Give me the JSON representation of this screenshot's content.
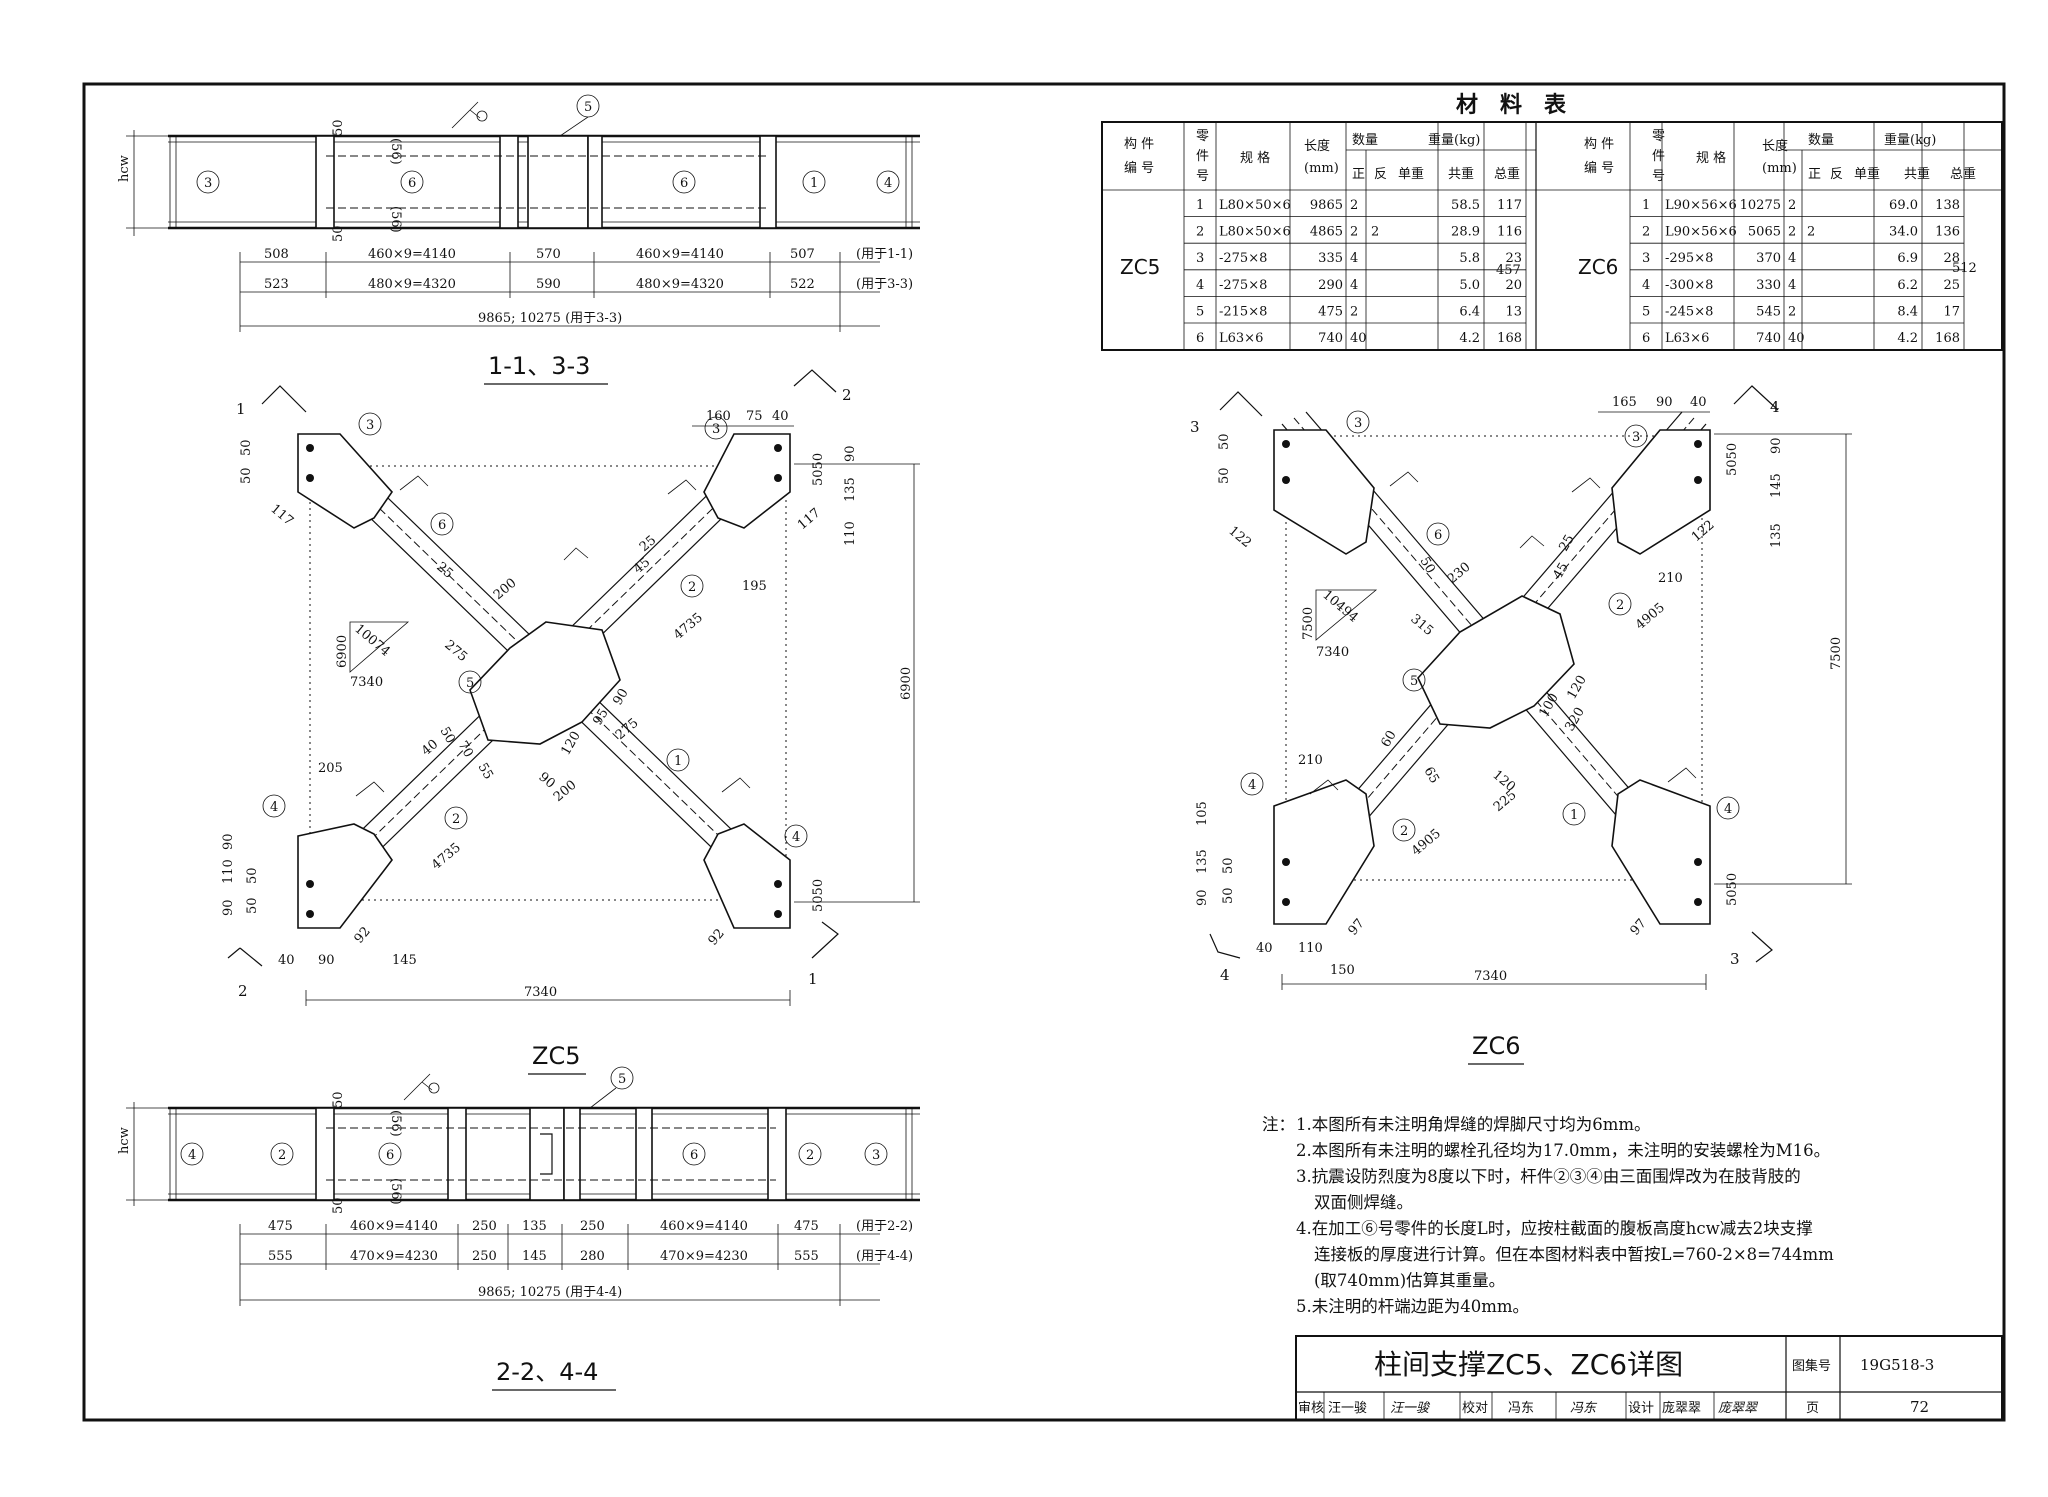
{
  "material_table": {
    "title": "材　料　表",
    "headers": {
      "member_no": "构件编号",
      "part_no": "零件号",
      "spec": "规格",
      "length": "长度(mm)",
      "qty": "数量",
      "qty_front": "正",
      "qty_back": "反",
      "weight": "重量(kg)",
      "unit_weight": "单重",
      "sum_weight": "共重",
      "total_weight": "总重"
    },
    "groups": [
      {
        "member": "ZC5",
        "total": "457",
        "rows": [
          {
            "part": "1",
            "spec": "L80×50×6",
            "length": "9865",
            "front": "2",
            "back": "",
            "unit": "58.5",
            "sum": "117"
          },
          {
            "part": "2",
            "spec": "L80×50×6",
            "length": "4865",
            "front": "2",
            "back": "2",
            "unit": "28.9",
            "sum": "116"
          },
          {
            "part": "3",
            "spec": "-275×8",
            "length": "335",
            "front": "4",
            "back": "",
            "unit": "5.8",
            "sum": "23"
          },
          {
            "part": "4",
            "spec": "-275×8",
            "length": "290",
            "front": "4",
            "back": "",
            "unit": "5.0",
            "sum": "20"
          },
          {
            "part": "5",
            "spec": "-215×8",
            "length": "475",
            "front": "2",
            "back": "",
            "unit": "6.4",
            "sum": "13"
          },
          {
            "part": "6",
            "spec": "L63×6",
            "length": "740",
            "front": "40",
            "back": "",
            "unit": "4.2",
            "sum": "168"
          }
        ]
      },
      {
        "member": "ZC6",
        "total": "512",
        "rows": [
          {
            "part": "1",
            "spec": "L90×56×6",
            "length": "10275",
            "front": "2",
            "back": "",
            "unit": "69.0",
            "sum": "138"
          },
          {
            "part": "2",
            "spec": "L90×56×6",
            "length": "5065",
            "front": "2",
            "back": "2",
            "unit": "34.0",
            "sum": "136"
          },
          {
            "part": "3",
            "spec": "-295×8",
            "length": "370",
            "front": "4",
            "back": "",
            "unit": "6.9",
            "sum": "28"
          },
          {
            "part": "4",
            "spec": "-300×8",
            "length": "330",
            "front": "4",
            "back": "",
            "unit": "6.2",
            "sum": "25"
          },
          {
            "part": "5",
            "spec": "-245×8",
            "length": "545",
            "front": "2",
            "back": "",
            "unit": "8.4",
            "sum": "17"
          },
          {
            "part": "6",
            "spec": "L63×6",
            "length": "740",
            "front": "40",
            "back": "",
            "unit": "4.2",
            "sum": "168"
          }
        ]
      }
    ]
  },
  "section_top": {
    "title": "1-1、3-3",
    "hcw": "hcw",
    "dims_vertical": [
      "50",
      "(56)",
      "50",
      "(56)"
    ],
    "row1": [
      "508",
      "460×9=4140",
      "570",
      "460×9=4140",
      "507"
    ],
    "row1_note": "(用于1-1)",
    "row2": [
      "523",
      "480×9=4320",
      "590",
      "480×9=4320",
      "522"
    ],
    "row2_note": "(用于3-3)",
    "overall": "9865; 10275 (用于3-3)",
    "callouts": [
      "3",
      "6",
      "5",
      "6",
      "1",
      "4"
    ]
  },
  "section_bottom": {
    "title": "2-2、4-4",
    "hcw": "hcw",
    "dims_vertical": [
      "50",
      "(56)",
      "50",
      "(56)"
    ],
    "row1": [
      "475",
      "460×9=4140",
      "250",
      "135",
      "250",
      "460×9=4140",
      "475"
    ],
    "row1_note": "(用于2-2)",
    "row2": [
      "555",
      "470×9=4230",
      "250",
      "145",
      "280",
      "470×9=4230",
      "555"
    ],
    "row2_note": "(用于4-4)",
    "overall": "9865; 10275 (用于4-4)",
    "callouts": [
      "4",
      "2",
      "6",
      "5",
      "6",
      "2",
      "3"
    ]
  },
  "zc5": {
    "title": "ZC5",
    "marks": [
      "1",
      "2",
      "2",
      "1"
    ],
    "width": "7340",
    "height": "6900",
    "slope_h": "6900",
    "slope_l": "10074",
    "slope_w": "7340",
    "dims": {
      "d160": "160",
      "d75": "75",
      "d40": "40",
      "d50a": "50",
      "d50b": "50",
      "d5050": "5050",
      "d90a": "90",
      "d135": "135",
      "d110": "110",
      "d117a": "117",
      "d117b": "117",
      "d195": "195",
      "d25a": "25",
      "d25b": "25",
      "d45": "45",
      "d200a": "200",
      "d200b": "200",
      "d275a": "275",
      "d275b": "275",
      "d4735a": "4735",
      "d4735b": "4735",
      "d95": "95",
      "d90b": "90",
      "d120": "120",
      "d90c": "90",
      "d50c": "50",
      "d40b": "40",
      "d70": "70",
      "d55": "55",
      "d205": "205",
      "d90d": "90",
      "d110b": "110",
      "d50d": "50",
      "d50e": "50",
      "d90e": "90",
      "d40c": "40",
      "d90f": "90",
      "d145": "145",
      "d92a": "92",
      "d92b": "92",
      "d5050b": "5050"
    },
    "callouts": [
      "3",
      "3",
      "6",
      "2",
      "5",
      "1",
      "2",
      "4",
      "4"
    ]
  },
  "zc6": {
    "title": "ZC6",
    "marks": [
      "3",
      "4",
      "4",
      "3"
    ],
    "width": "7340",
    "height": "7500",
    "slope_h": "7500",
    "slope_l": "10494",
    "slope_w": "7340",
    "dims": {
      "d165": "165",
      "d90a": "90",
      "d40a": "40",
      "d50a": "50",
      "d50b": "50",
      "d5050": "5050",
      "d90b": "90",
      "d145": "145",
      "d135": "135",
      "d122a": "122",
      "d122b": "122",
      "d210a": "210",
      "d230": "230",
      "d315": "315",
      "d4905a": "4905",
      "d4905b": "4905",
      "d120a": "120",
      "d100": "100",
      "d320": "320",
      "d60": "60",
      "d45": "45",
      "d65": "65",
      "d120b": "120",
      "d225": "225",
      "d210b": "210",
      "d105": "105",
      "d135b": "135",
      "d50c": "50",
      "d50d": "50",
      "d90c": "90",
      "d40b": "40",
      "d110": "110",
      "d150": "150",
      "d97a": "97",
      "d97b": "97",
      "d5050b": "5050",
      "d25": "25",
      "d50e": "50"
    },
    "callouts": [
      "3",
      "3",
      "6",
      "2",
      "5",
      "4",
      "2",
      "1",
      "4"
    ]
  },
  "notes": {
    "label": "注：",
    "items": [
      "1.本图所有未注明角焊缝的焊脚尺寸均为6mm。",
      "2.本图所有未注明的螺栓孔径均为17.0mm，未注明的安装螺栓为M16。",
      "3.抗震设防烈度为8度以下时，杆件②③④由三面围焊改为在肢背肢的",
      "双面侧焊缝。",
      "4.在加工⑥号零件的长度L时，应按柱截面的腹板高度hcw减去2块支撑",
      "连接板的厚度进行计算。但在本图材料表中暂按L=760-2×8=744mm",
      "(取740mm)估算其重量。",
      "5.未注明的杆端边距为40mm。"
    ]
  },
  "title_block": {
    "title": "柱间支撑ZC5、ZC6详图",
    "atlas_label": "图集号",
    "atlas_no": "19G518-3",
    "review_label": "审核",
    "reviewer": "汪一骏",
    "reviewer_sig": "汪一骏",
    "check_label": "校对",
    "checker": "冯东",
    "checker_sig": "冯东",
    "design_label": "设计",
    "designer": "庞翠翠",
    "designer_sig": "庞翠翠",
    "page_label": "页",
    "page_no": "72"
  }
}
